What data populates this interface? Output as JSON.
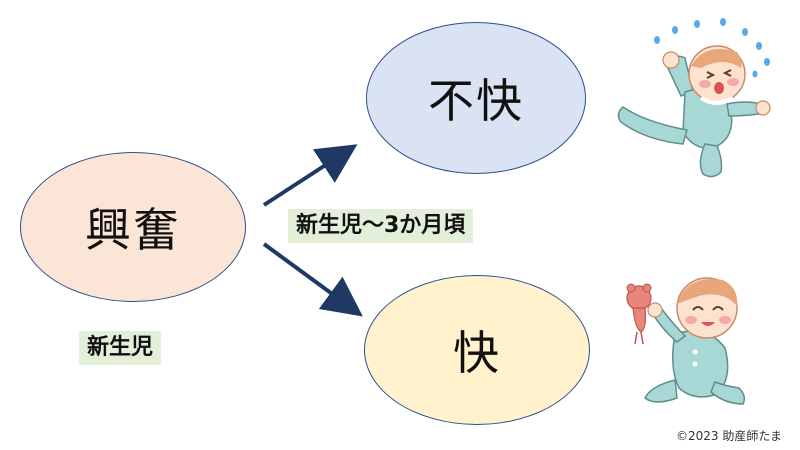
{
  "nodes": {
    "excitement": {
      "label": "興奮",
      "fill": "#fbe5d6"
    },
    "unpleasant": {
      "label": "不快",
      "fill": "#dae3f3"
    },
    "pleasant": {
      "label": "快",
      "fill": "#fff2cc"
    }
  },
  "labels": {
    "newborn": "新生児",
    "period": "新生児〜3か月頃"
  },
  "colors": {
    "arrow": "#1f3864",
    "ellipse_border": "#2f4f8f",
    "label_bg": "#e2efd9",
    "baby_suit": "#a8d8d5",
    "baby_skin": "#fde3cf",
    "baby_hair": "#e8a77a",
    "tears": "#5aa9e6"
  },
  "illustrations": {
    "crying_baby": "crying-baby-illustration",
    "happy_baby": "happy-baby-with-toy-illustration"
  },
  "credit": "©2023 助産師たま"
}
